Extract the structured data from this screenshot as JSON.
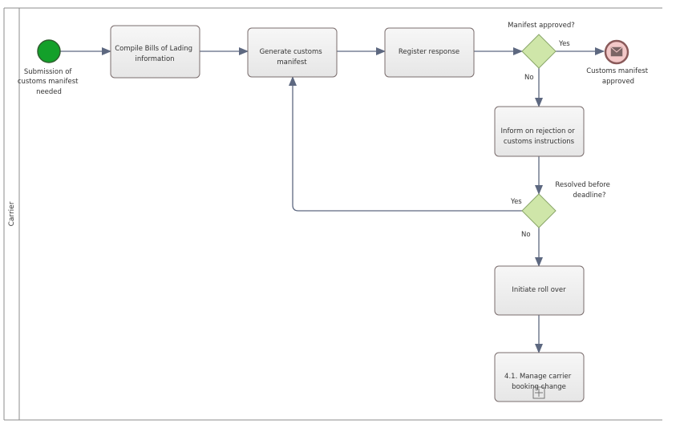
{
  "lane": {
    "label": "Carrier"
  },
  "start_event": {
    "label_lines": [
      "Submission of",
      "customs manifest",
      "needed"
    ],
    "color": "#13a02a"
  },
  "end_event": {
    "label_lines": [
      "Customs manifest",
      "approved"
    ],
    "color": "#f3c8c8",
    "icon": "envelope-icon"
  },
  "tasks": {
    "compile": {
      "lines": [
        "Compile Bills of Lading",
        "information"
      ]
    },
    "generate": {
      "lines": [
        "Generate customs",
        "manifest"
      ]
    },
    "register": {
      "lines": [
        "Register response"
      ]
    },
    "inform": {
      "lines": [
        "Inform on rejection or",
        "customs instructions"
      ]
    },
    "rollover": {
      "lines": [
        "Initiate roll over"
      ]
    },
    "manage": {
      "lines": [
        "4.1. Manage carrier",
        "booking change"
      ],
      "marker_icon": "subprocess-plus-icon"
    }
  },
  "gateways": {
    "approved": {
      "question_lines": [
        "Manifest approved?"
      ],
      "yes": "Yes",
      "no": "No",
      "color": "#cfe6a9"
    },
    "resolved": {
      "question_lines": [
        "Resolved before",
        "deadline?"
      ],
      "yes": "Yes",
      "no": "No",
      "color": "#cfe6a9"
    }
  },
  "colors": {
    "task_fill": "#eeeeee",
    "task_stroke": "#7a6d6d",
    "flow": "#5d6880",
    "pool_border": "#8c8c8c"
  }
}
